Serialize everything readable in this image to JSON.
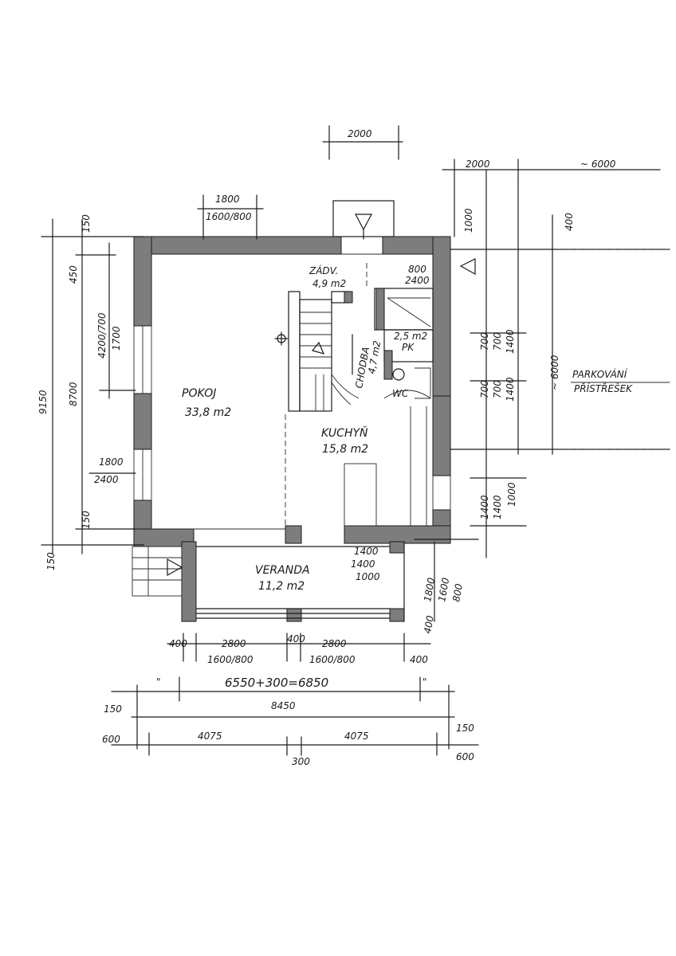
{
  "rooms": {
    "pokoj": {
      "name": "POKOJ",
      "area": "33,8 m2"
    },
    "zadv": {
      "name": "ZÁDV.",
      "area": "4,9 m2"
    },
    "chodba": {
      "name": "CHODBA",
      "area": "4,7 m2"
    },
    "zsmz": {
      "name": "2,5 m2",
      "sub": "PK"
    },
    "wc": {
      "name": "WC"
    },
    "kuchyn": {
      "name": "KUCHYŇ",
      "area": "15,8 m2"
    },
    "veranda": {
      "name": "VERANDA",
      "area": "11,2 m2"
    },
    "parking": {
      "line1": "PARKOVÁNÍ",
      "line2": "PŘÍSTŘEŠEK"
    }
  },
  "dims": {
    "top_2000a": "2000",
    "top_2000b": "2000",
    "top_6000": "~ 6000",
    "win_1800": "1800",
    "win_1600_800": "1600/800",
    "d1000": "1000",
    "d400_right": "400",
    "d150_top": "150",
    "d450": "450",
    "d800": "800",
    "d2400": "2400",
    "d4200_700": "4200/700",
    "d1700": "1700",
    "d9150": "9150",
    "d8700": "8700",
    "d1800_l": "1800",
    "d2400_l": "2400",
    "d150_l": "150",
    "d150_l2": "150",
    "d6000_v": "~ 6000",
    "r700a": "700",
    "r700b": "700",
    "r1400a": "1400",
    "r700c": "700",
    "r700d": "700",
    "r1400b": "1400",
    "r1400c": "1400",
    "r1400d": "1400",
    "r1000": "1000",
    "k1400": "1400",
    "k1400_1000": "1400",
    "k1000": "1000",
    "v1800": "1800",
    "v1600": "1600",
    "v800": "800",
    "v400": "400",
    "b400a": "400",
    "b2800a": "2800",
    "b400b": "400",
    "b2800b": "2800",
    "b1600_800a": "1600/800",
    "b1600_800b": "1600/800",
    "b400c": "400",
    "total_formula": "6550+300=6850",
    "tick_left": "\"",
    "tick_right": "\"",
    "d150_bl": "150",
    "d8450": "8450",
    "d600_l": "600",
    "d4075a": "4075",
    "d4075b": "4075",
    "d150_br": "150",
    "d600_r": "600",
    "d300": "300"
  }
}
